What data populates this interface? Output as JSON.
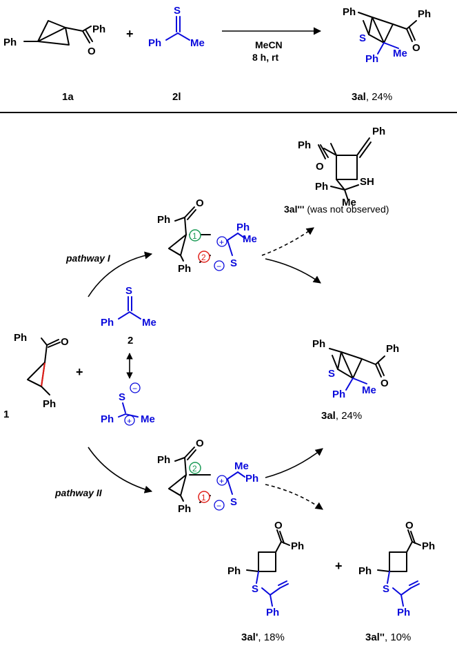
{
  "colors": {
    "blue": "#0a0adc",
    "red": "#e0201a",
    "green": "#1a9a55",
    "black": "#000000"
  },
  "labels": {
    "ph": "Ph",
    "me": "Me",
    "o": "O",
    "s": "S",
    "sh": "SH",
    "plus": "+",
    "minus_symbol": "−",
    "plus_symbol": "+",
    "one": "1",
    "two": "2"
  },
  "reaction": {
    "reactant1": "1a",
    "reactant2": "2l",
    "solvent": "MeCN",
    "conditions": "8 h, rt",
    "product": "3al",
    "product_yield": ", 24%"
  },
  "mechanism": {
    "reactant1": "1",
    "reactant2": "2",
    "pathway1": "pathway I",
    "pathway2": "pathway II",
    "product_3al": "3al",
    "product_3al_yield": ", 24%",
    "product_3alppp": "3al'''",
    "product_3alppp_note": " (was not observed)",
    "product_3alp": "3al'",
    "product_3alp_yield": ", 18%",
    "product_3alpp": "3al''",
    "product_3alpp_yield": ", 10%"
  }
}
